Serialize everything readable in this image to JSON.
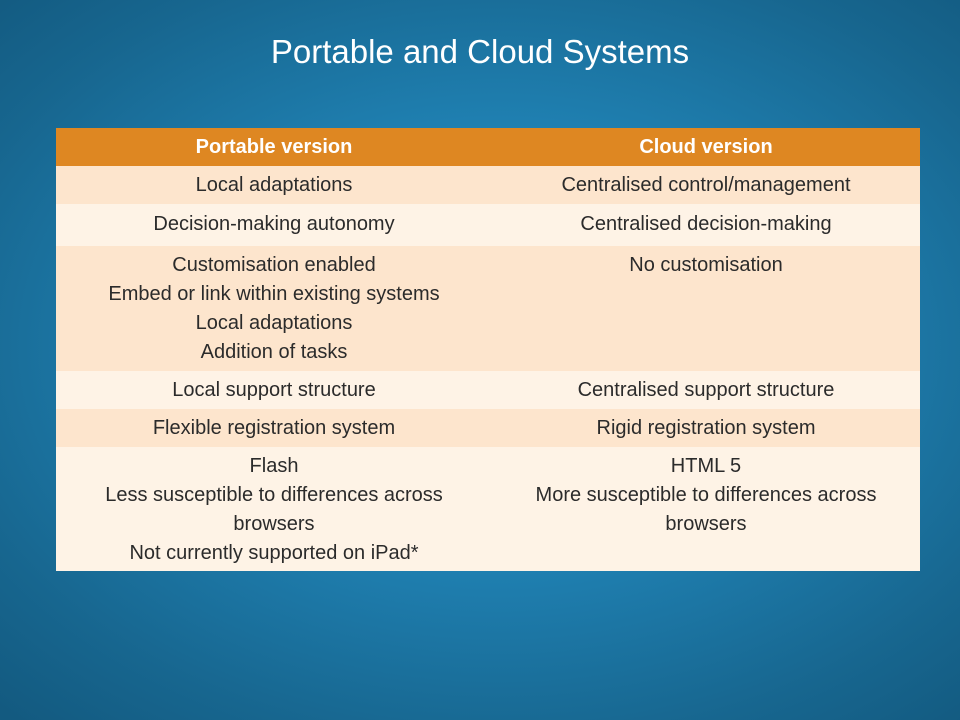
{
  "slide": {
    "title": "Portable and Cloud Systems"
  },
  "table": {
    "headers": [
      "Portable version",
      "Cloud version"
    ],
    "rows": [
      {
        "portable": [
          "Local adaptations"
        ],
        "cloud": [
          "Centralised control/management"
        ]
      },
      {
        "portable": [
          "Decision-making autonomy"
        ],
        "cloud": [
          "Centralised decision-making"
        ]
      },
      {
        "portable": [
          "Customisation enabled",
          "Embed or link within existing systems",
          "Local adaptations",
          "Addition of tasks"
        ],
        "cloud": [
          "No customisation"
        ]
      },
      {
        "portable": [
          "Local support structure"
        ],
        "cloud": [
          "Centralised support structure"
        ]
      },
      {
        "portable": [
          "Flexible registration system"
        ],
        "cloud": [
          "Rigid registration system"
        ]
      },
      {
        "portable": [
          "Flash",
          "Less susceptible to differences across browsers",
          "Not currently supported on iPad*"
        ],
        "cloud": [
          "HTML 5",
          "More susceptible to differences across browsers"
        ]
      }
    ]
  },
  "colors": {
    "background": "#1f7fb0",
    "header_bg": "#de8722",
    "row_odd_bg": "#fde5cd",
    "row_even_bg": "#fef3e6",
    "title_text": "#ffffff"
  }
}
